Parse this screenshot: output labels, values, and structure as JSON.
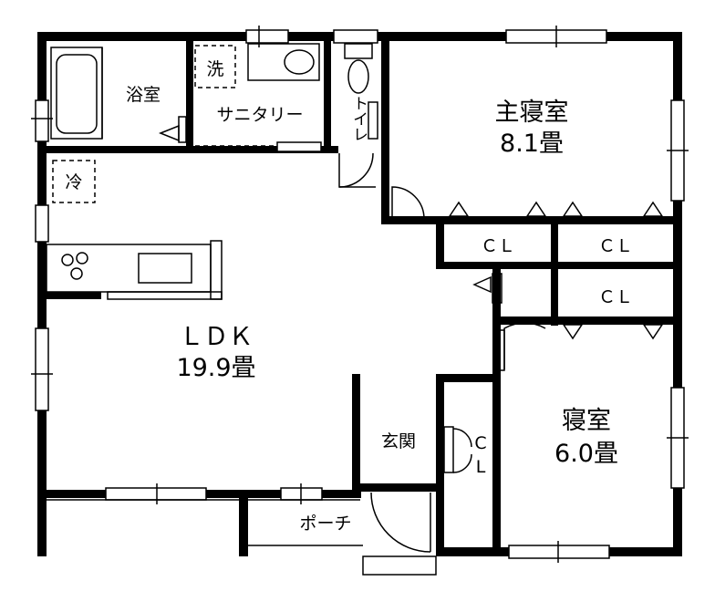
{
  "rooms": {
    "bath": "浴室",
    "sanitary": "サニタリー",
    "washer": "洗",
    "toilet": "トイレ",
    "master_bedroom_name": "主寝室",
    "master_bedroom_size": "8.1畳",
    "fridge": "冷",
    "closet": "ＣＬ",
    "ldk_name": "ＬＤＫ",
    "ldk_size": "19.9畳",
    "entrance": "玄関",
    "entrance_closet_c": "C",
    "entrance_closet_l": "L",
    "bedroom_name": "寝室",
    "bedroom_size": "6.0畳",
    "porch": "ポーチ"
  }
}
